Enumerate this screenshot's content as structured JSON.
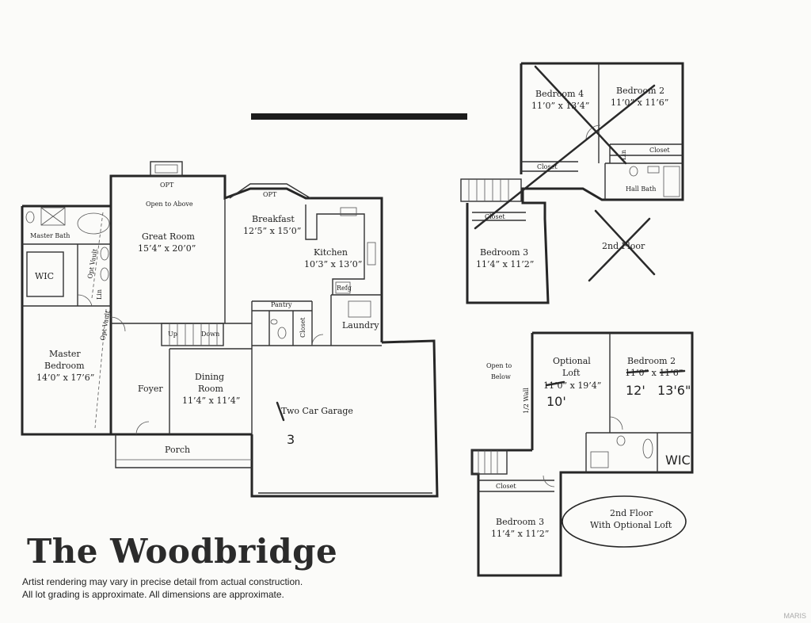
{
  "title": "The Woodbridge",
  "disclaimer": {
    "line1": "Artist rendering may vary in precise detail from actual construction.",
    "line2": "All lot grading is approximate.  All dimensions are approximate."
  },
  "watermark": "MARIS",
  "first_floor": {
    "great_room": {
      "label": "Great Room",
      "dims": "15’4” x 20’0”",
      "note": "Open to Above",
      "opt": "OPT"
    },
    "breakfast": {
      "label": "Breakfast",
      "dims": "12’5” x 15’0”",
      "opt": "OPT"
    },
    "kitchen": {
      "label": "Kitchen",
      "dims": "10’3” x 13’0”",
      "refg": "Refg"
    },
    "master_bath": {
      "label": "Master Bath"
    },
    "wic": {
      "label": "WIC"
    },
    "master_bedroom": {
      "label": "Master",
      "label2": "Bedroom",
      "dims": "14’0” x 17’6”"
    },
    "opt_vaults": {
      "a": "Opt Vault",
      "b": "Opt Vault"
    },
    "lin": "Lin",
    "foyer": {
      "label": "Foyer"
    },
    "dining": {
      "label": "Dining",
      "label2": "Room",
      "dims": "11’4” x 11’4”"
    },
    "stairs": {
      "up": "Up",
      "down": "Down"
    },
    "pantry": {
      "label": "Pantry"
    },
    "closet": {
      "label": "Closet"
    },
    "laundry": {
      "label": "Laundry"
    },
    "garage": {
      "label": "Two Car Garage",
      "annotation": "3"
    },
    "porch": {
      "label": "Porch"
    }
  },
  "second_floor_a": {
    "bedroom4": {
      "label": "Bedroom 4",
      "dims": "11’0” x 13’4”"
    },
    "bedroom2": {
      "label": "Bedroom 2",
      "dims": "11’0” x 11’6”"
    },
    "closet1": {
      "label": "Closet"
    },
    "closet2": {
      "label": "Closet"
    },
    "closet3": {
      "label": "Closet"
    },
    "lin": "Lin",
    "hall_bath": {
      "label": "Hall Bath"
    },
    "bedroom3": {
      "label": "Bedroom 3",
      "dims": "11’4” x 11’2”"
    },
    "floor_label": "2nd Floor"
  },
  "second_floor_b": {
    "open_to_below": {
      "line1": "Open to",
      "line2": "Below"
    },
    "optional_loft": {
      "label": "Optional",
      "label2": "Loft",
      "dims": "11’0” x 19’4”",
      "handwritten": "10'"
    },
    "half_wall": "1/2 Wall",
    "bedroom2": {
      "label": "Bedroom 2",
      "dims": "11’0” x 11’6”",
      "handwritten_w": "12'",
      "handwritten_l": "13'6\""
    },
    "wic": {
      "label": "WIC"
    },
    "closet": {
      "label": "Closet"
    },
    "bedroom3": {
      "label": "Bedroom 3",
      "dims": "11’4” x 11’2”"
    },
    "floor_label": {
      "line1": "2nd Floor",
      "line2": "With Optional Loft"
    }
  }
}
